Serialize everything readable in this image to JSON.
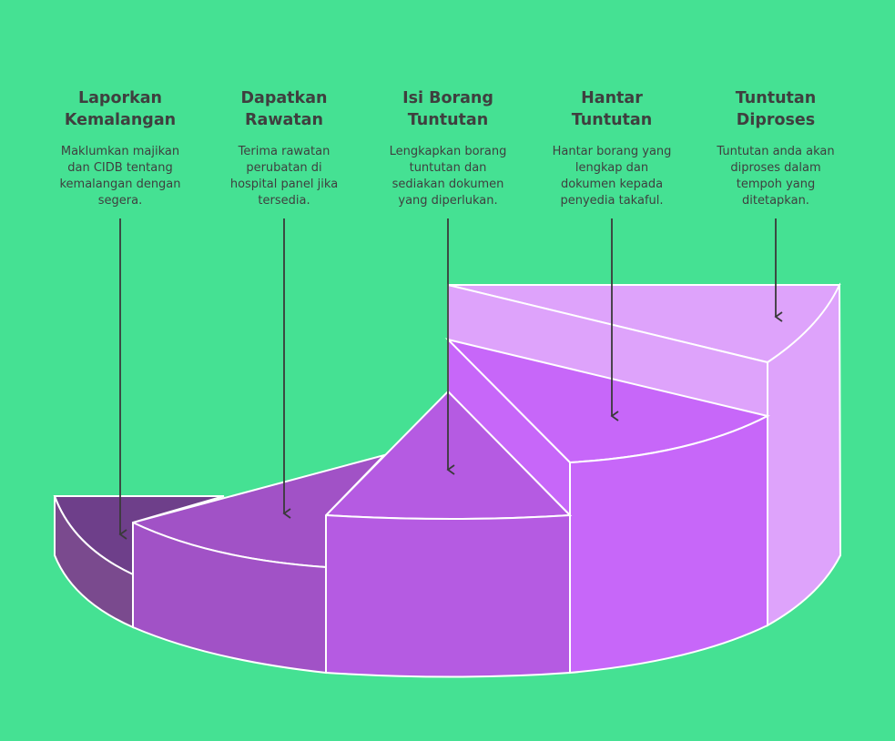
{
  "steps": [
    {
      "title": "Laporkan\nKemalangan",
      "description": "Maklumkan majikan\ndan CIDB tentang\nkemalangan dengan\nsegera."
    },
    {
      "title": "Dapatkan\nRawatan",
      "description": "Terima rawatan\nperubatan di\nhospital panel jika\ntersedia."
    },
    {
      "title": "Isi Borang\nTuntutan",
      "description": "Lengkapkan borang\ntuntutan dan\nsediakan dokumen\nyang diperlukan."
    },
    {
      "title": "Hantar\nTuntutan",
      "description": "Hantar borang yang\nlengkap dan\ndokumen kepada\npenyedia takaful."
    },
    {
      "title": "Tuntutan\nDiproses",
      "description": "Tuntutan anda akan\ndiproses dalam\ntempoh yang\nditetapkan."
    }
  ],
  "colors": {
    "background": "#45E193",
    "text": "#3F3F3F",
    "segment1_top": "#6E3F8A",
    "segment1_side": "#7A4A8E",
    "segment2": "#A152C6",
    "segment3": "#B55BE2",
    "segment4": "#C767F9",
    "segment5": "#DEA3FB",
    "edge": "#FFFFFF",
    "arrow": "#3A3A3A"
  }
}
